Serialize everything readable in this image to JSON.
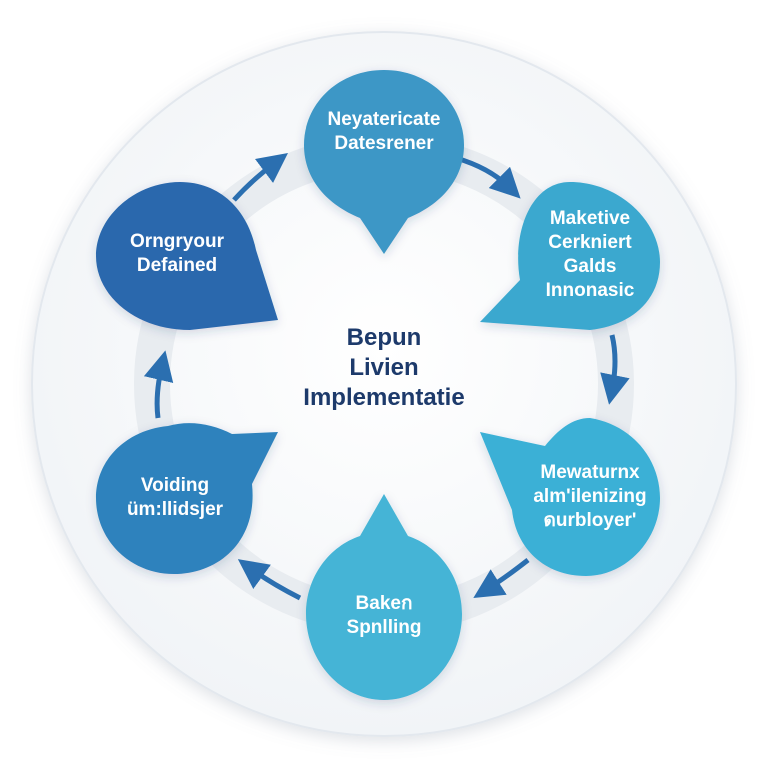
{
  "colors": {
    "ring_background": "#f6f8fa",
    "ring_track": "#e9edf1",
    "arrow": "#2b6fb0",
    "center_text": "#1d3a6b"
  },
  "center": {
    "lines": [
      "Bepun",
      "Livien",
      "Implementatie"
    ]
  },
  "nodes": [
    {
      "lines": [
        "Neyatericate",
        "Datesrener"
      ],
      "fill": "#3d97c6"
    },
    {
      "lines": [
        "Maketive",
        "Cerkniert",
        "Galds",
        "Innonasic"
      ],
      "fill": "#3aa8cf"
    },
    {
      "lines": [
        "Mewaturnx",
        "alm'ilenizing",
        "ดurbloyer'"
      ],
      "fill": "#3ab0d6"
    },
    {
      "lines": [
        "Bakeก",
        "Spnlling"
      ],
      "fill": "#44b4d6"
    },
    {
      "lines": [
        "Voiding",
        "üm:llidsjer"
      ],
      "fill": "#2f82bd"
    },
    {
      "lines": [
        "Orngryour",
        "Defained"
      ],
      "fill": "#2c67ad"
    }
  ]
}
